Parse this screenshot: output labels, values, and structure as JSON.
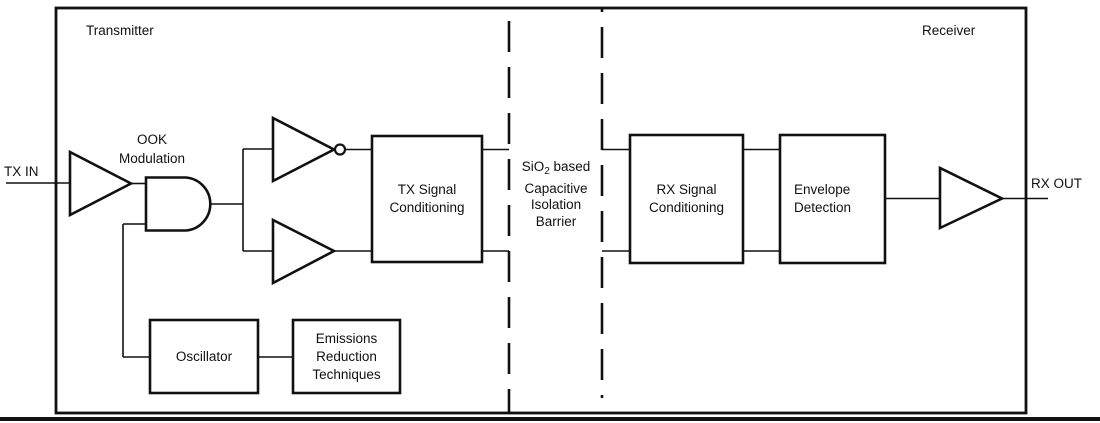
{
  "colors": {
    "line": "#111111",
    "background": "#ffffff"
  },
  "labels": {
    "transmitter": "Transmitter",
    "receiver": "Receiver",
    "tx_in": "TX IN",
    "rx_out": "RX OUT",
    "ook_line1": "OOK",
    "ook_line2": "Modulation"
  },
  "blocks": {
    "tx_signal": {
      "line1": "TX Signal",
      "line2": "Conditioning"
    },
    "rx_signal": {
      "line1": "RX Signal",
      "line2": "Conditioning"
    },
    "envelope": {
      "line1": "Envelope",
      "line2": "Detection"
    },
    "oscillator": {
      "line1": "Oscillator"
    },
    "emissions": {
      "line1": "Emissions",
      "line2": "Reduction",
      "line3": "Techniques"
    }
  },
  "barrier": {
    "l1_main": "SiO",
    "l1_sub": "2",
    "l1_rest": " based",
    "l2": "Capacitive",
    "l3": "Isolation",
    "l4": "Barrier"
  }
}
